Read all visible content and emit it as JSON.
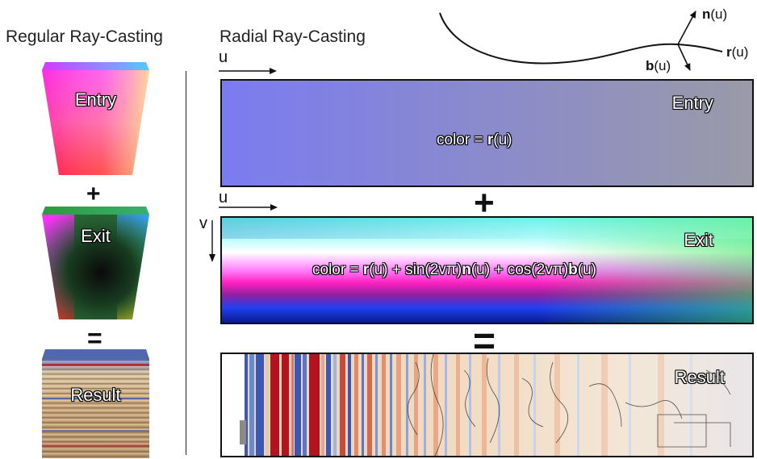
{
  "headings": {
    "left": "Regular Ray-Casting",
    "right": "Radial Ray-Casting"
  },
  "left_column": {
    "entry_label": "Entry",
    "exit_label": "Exit",
    "result_label": "Result",
    "plus": "+",
    "equals": "="
  },
  "right_column": {
    "entry_label": "Entry",
    "exit_label": "Exit",
    "result_label": "Result",
    "plus": "+",
    "equals": "=",
    "entry_formula": {
      "prefix": "color = ",
      "r": "r",
      "rest": "(u)"
    },
    "exit_formula": {
      "prefix": "color = ",
      "r": "r",
      "p1": "(u) + sin(2vπ)",
      "n": "n",
      "p2": "(u) + cos(2vπ)",
      "b": "b",
      "p3": "(u)"
    },
    "axis_u_top": "u",
    "axis_u_mid": "u",
    "axis_v": "v"
  },
  "curve": {
    "n_bold": "n",
    "n_rest": "(u)",
    "r_bold": "r",
    "r_rest": "(u)",
    "b_bold": "b",
    "b_rest": "(u)"
  },
  "colors": {
    "entry_start": "#7b7bf0",
    "entry_end": "#9a9aa8",
    "outline": "#111111",
    "result_red": "#b3121f",
    "result_blue": "#3b57b8",
    "result_cream": "#f1e4cf"
  }
}
